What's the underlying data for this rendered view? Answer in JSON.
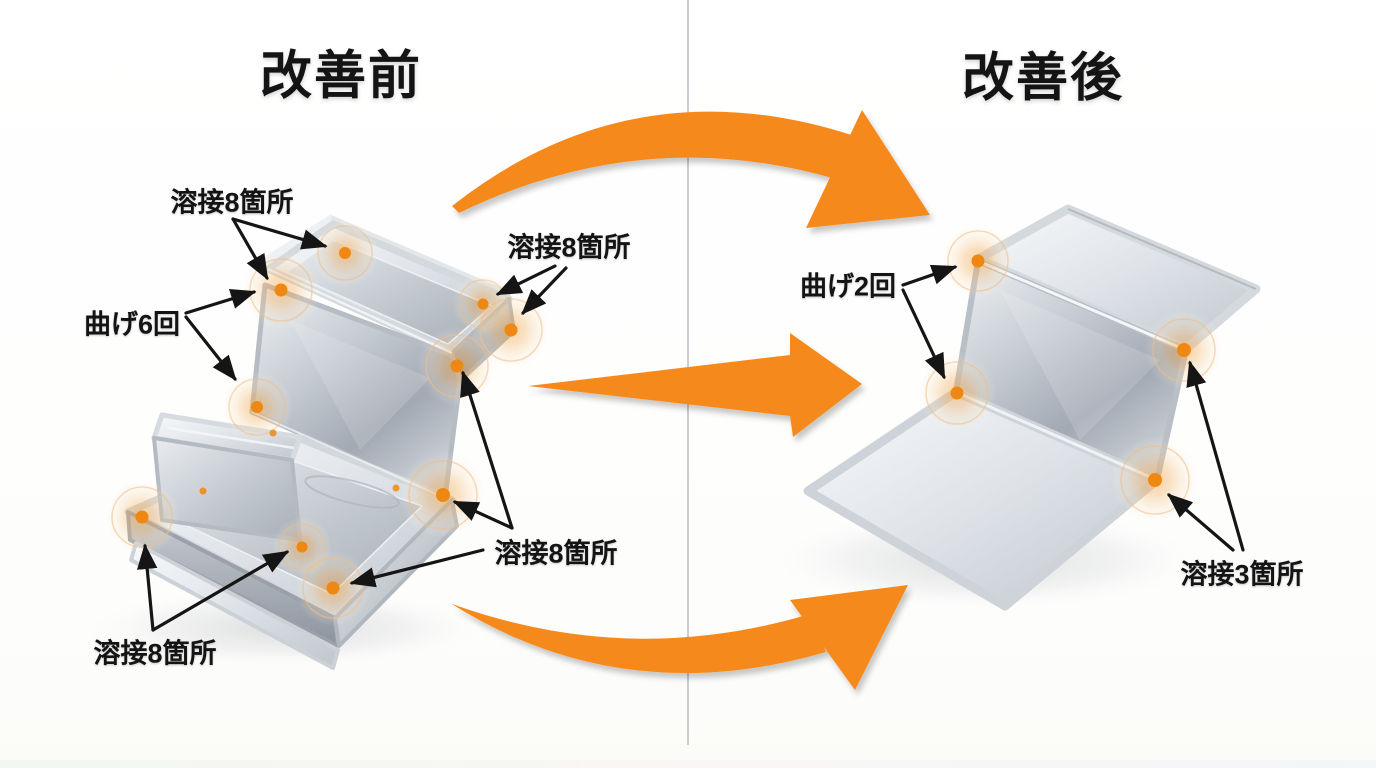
{
  "before": {
    "title": "改善前",
    "weld_count": 8,
    "bend_count": 6,
    "labels": {
      "weld_top_left": "溶接8箇所",
      "weld_top_right": "溶接8箇所",
      "bend": "曲げ6回",
      "weld_mid_right": "溶接8箇所",
      "weld_bottom_left": "溶接8箇所"
    }
  },
  "after": {
    "title": "改善後",
    "weld_count": 3,
    "bend_count": 2,
    "labels": {
      "bend": "曲げ2回",
      "weld": "溶接3箇所"
    }
  },
  "colors": {
    "arrow_orange": "#F6891E",
    "weld_dot_orange": "#EF8812",
    "annotation_black": "#151515",
    "divider_gray": "#C9CCD0",
    "metal_light": "#EEF1F4",
    "metal_dark": "#9AA1AA"
  },
  "icons": {
    "top_arrow": "curved-arrow-right-down",
    "middle_arrow": "straight-arrow-right",
    "bottom_arrow": "curved-arrow-right-up"
  }
}
